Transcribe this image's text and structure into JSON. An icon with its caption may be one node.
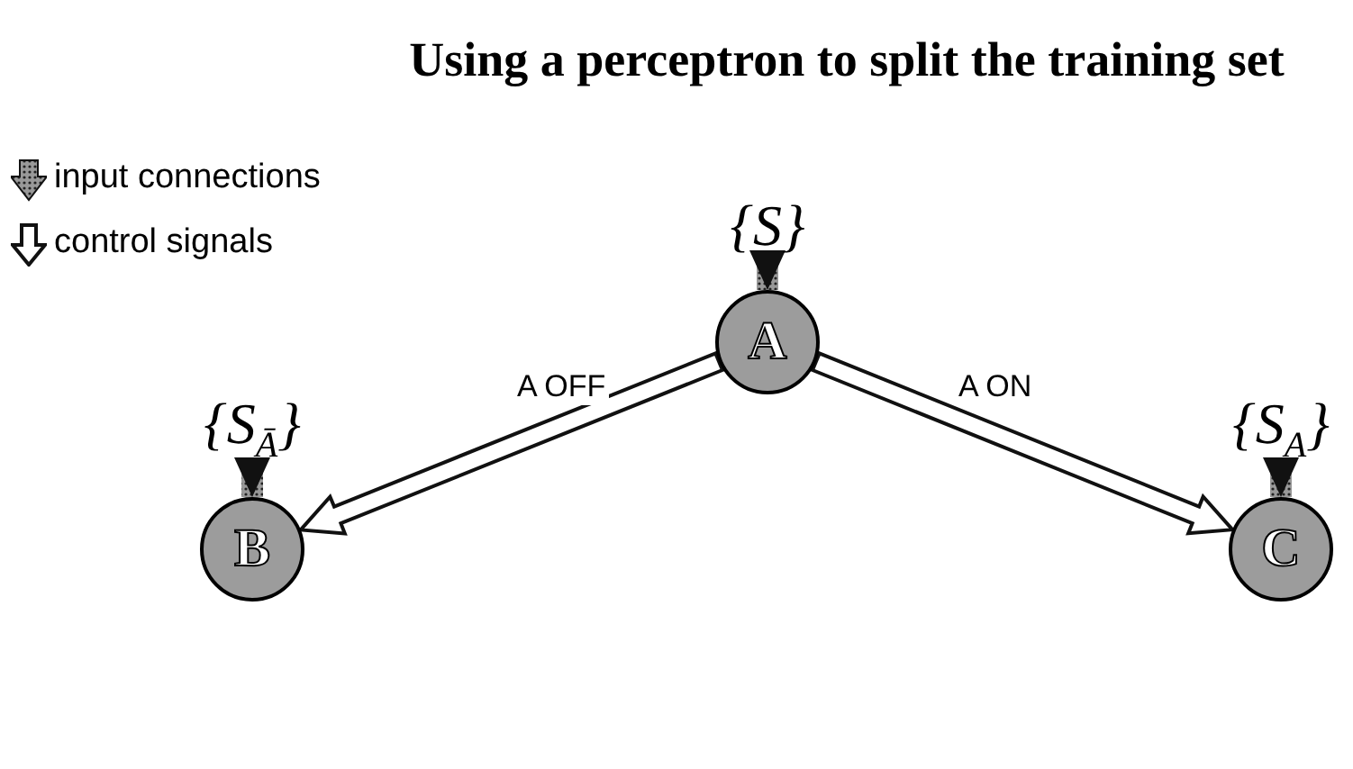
{
  "diagram": {
    "title": "Using a perceptron to split the training set",
    "nodes": [
      {
        "text": [
          "{S}"
        ]
      },
      {
        "text": [
          "A"
        ]
      },
      {
        "text": [
          "{S$_{Ā}$}"
        ]
      },
      {
        "text": [
          "B"
        ]
      },
      {
        "text": [
          "{S$_{A}$}"
        ]
      },
      {
        "text": [
          "C"
        ]
      }
    ],
    "edges": [
      {
        "from": 0,
        "to": 1,
        "arrow": "to",
        "style": "thick"
      },
      {
        "from": 1,
        "to": 3,
        "arrow": "to",
        "label": "A OFF"
      },
      {
        "from": 1,
        "to": 5,
        "arrow": "to",
        "label": "A ON"
      },
      {
        "from": 2,
        "to": 3,
        "arrow": "to",
        "style": "thick"
      },
      {
        "from": 4,
        "to": 5,
        "arrow": "to",
        "style": "thick"
      }
    ],
    "legend": [
      {
        "text": "input connections"
      },
      {
        "text": "control signals"
      }
    ]
  }
}
